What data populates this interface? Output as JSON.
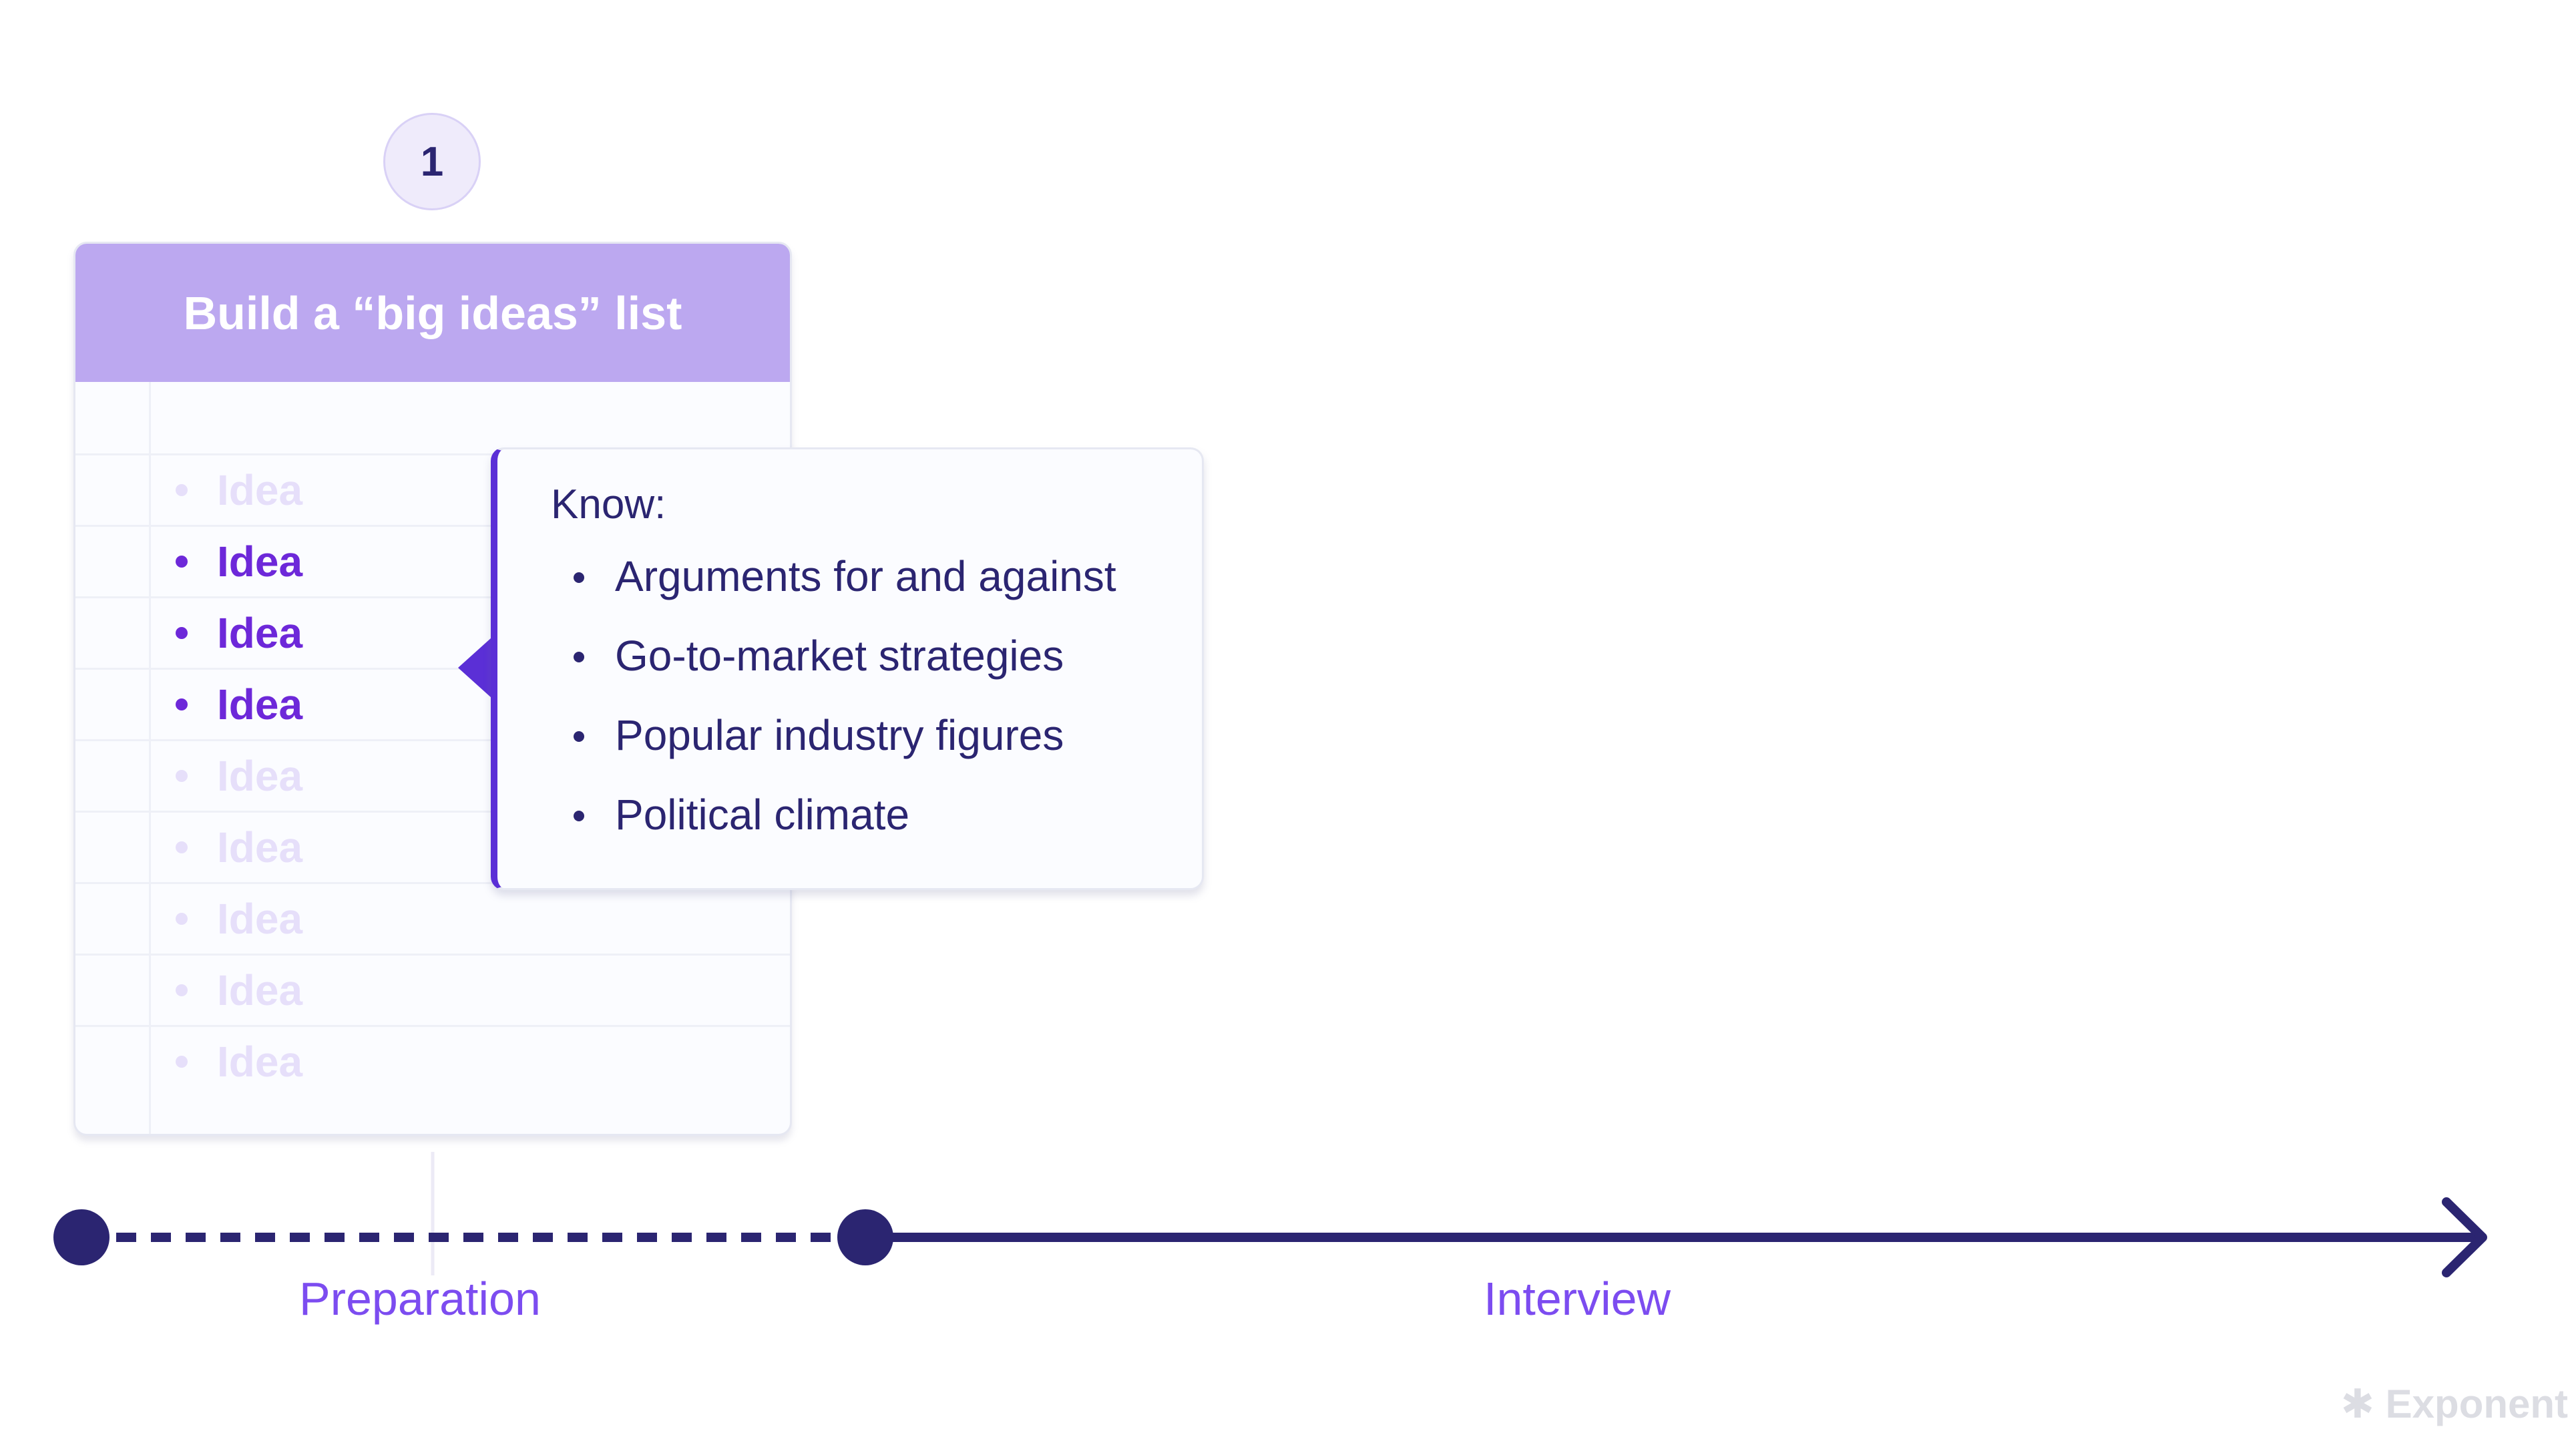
{
  "step": {
    "number": "1"
  },
  "card": {
    "title": "Build a “big ideas” list",
    "ideas": [
      {
        "label": "Idea",
        "state": "faded"
      },
      {
        "label": "Idea",
        "state": "active"
      },
      {
        "label": "Idea",
        "state": "active"
      },
      {
        "label": "Idea",
        "state": "active"
      },
      {
        "label": "Idea",
        "state": "faded"
      },
      {
        "label": "Idea",
        "state": "faded"
      },
      {
        "label": "Idea",
        "state": "faded"
      },
      {
        "label": "Idea",
        "state": "faded"
      },
      {
        "label": "Idea",
        "state": "faded"
      }
    ]
  },
  "popover": {
    "title": "Know:",
    "items": [
      "Arguments for and against",
      "Go-to-market strategies",
      "Popular industry figures",
      "Political climate"
    ]
  },
  "timeline": {
    "phases": [
      "Preparation",
      "Interview"
    ]
  },
  "brand": {
    "watermark": "Exponent"
  },
  "colors": {
    "header": "#bca8f0",
    "accent": "#6d28d9",
    "navy": "#2b2571",
    "phase_label": "#7c4cf0",
    "faded_idea": "#e6dffa"
  }
}
